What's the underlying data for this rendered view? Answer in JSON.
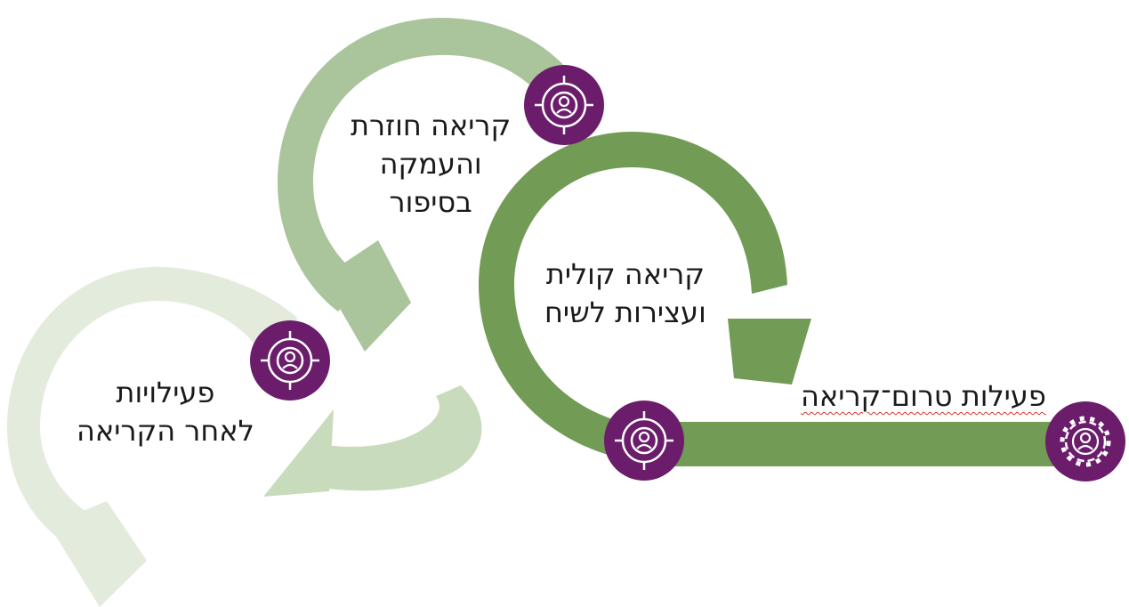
{
  "steps": [
    {
      "label": "פעילות טרום־קריאה",
      "lines": [
        "פעילות טרום־קריאה"
      ]
    },
    {
      "label": "קריאה קולית ועצירות לשיח",
      "lines": [
        "קריאה קולית",
        "ועצירות לשיח"
      ]
    },
    {
      "label": "קריאה חוזרת והעמקה בסיפור",
      "lines": [
        "קריאה חוזרת",
        "והעמקה",
        "בסיפור"
      ]
    },
    {
      "label": "פעילויות לאחר הקריאה",
      "lines": [
        "פעילויות",
        "לאחר הקריאה"
      ]
    }
  ],
  "colors": {
    "arrow_dark": "#729b56",
    "arrow_medium": "#aac49b",
    "arrow_light_1": "#c9dbbd",
    "arrow_light_2": "#e3ecdc",
    "icon_circle": "#6b1d6b",
    "icon_stroke": "#ffffff",
    "text": "#1a1a1a"
  },
  "icons": [
    "gear-person-icon",
    "target-person-icon",
    "target-person-icon",
    "target-person-icon"
  ]
}
